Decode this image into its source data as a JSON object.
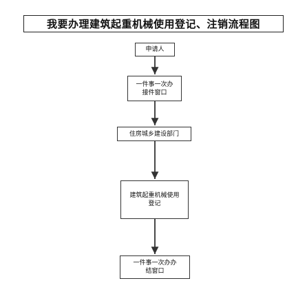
{
  "diagram": {
    "title": "我要办理建筑起重机械使用登记、注销流程图",
    "nodes": [
      {
        "id": "n1",
        "lines": [
          "申请人"
        ]
      },
      {
        "id": "n2",
        "lines": [
          "一件事一次办",
          "接件窗口"
        ]
      },
      {
        "id": "n3",
        "lines": [
          "住房城乡建设部门"
        ]
      },
      {
        "id": "n4",
        "lines": [
          "建筑起重机械使用",
          "登记"
        ]
      },
      {
        "id": "n5",
        "lines": [
          "一件事一次办办",
          "结窗口"
        ]
      }
    ],
    "edges": [
      {
        "from": "n1",
        "to": "n2"
      },
      {
        "from": "n2",
        "to": "n3"
      },
      {
        "from": "n3",
        "to": "n4"
      },
      {
        "from": "n4",
        "to": "n5"
      }
    ]
  }
}
